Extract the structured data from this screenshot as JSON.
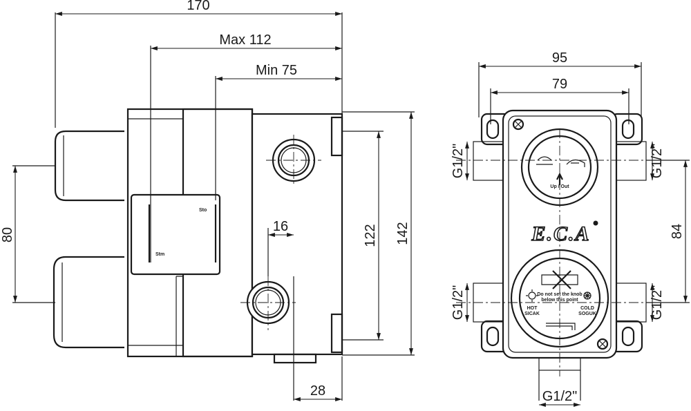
{
  "side_view": {
    "overall_width": "170",
    "max_depth": "Max 112",
    "min_depth": "Min 75",
    "port_spacing": "80",
    "outlet_diameter": "16",
    "body_height_inner": "122",
    "body_height_outer": "142",
    "bottom_offset": "28",
    "plate_text_top": "Sto",
    "plate_text_bottom": "Stm"
  },
  "front_view": {
    "overall_width": "95",
    "mount_spacing": "79",
    "port_spacing": "84",
    "thread_top_left": "G1/2\"",
    "thread_bottom_left": "G1/2\"",
    "thread_top_right": "G1/2\"",
    "thread_bottom_right": "G1/2\"",
    "thread_bottom": "G1/2\"",
    "brand": "E.C.A",
    "dial_top_label": "Up / Out",
    "dial_bottom_left_label": "HOT\nSICAK",
    "dial_bottom_right_label": "COLD\nSOGUK",
    "dial_bottom_warning": "Do not set the knob\nbelow this point"
  }
}
